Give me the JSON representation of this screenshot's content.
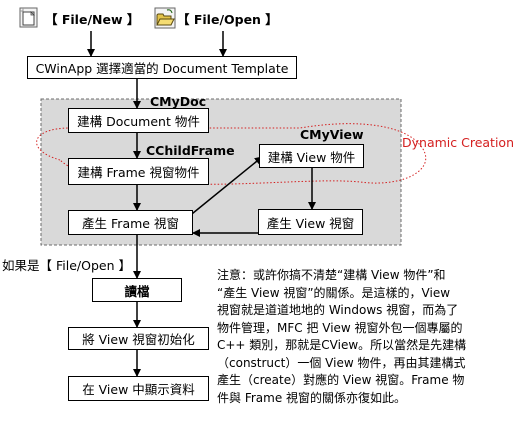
{
  "top_labels": {
    "file_new": "【 File/New 】",
    "file_open": "【 File/Open 】"
  },
  "icons": {
    "new_file": "new-document-icon",
    "open_folder": "open-folder-icon"
  },
  "boxes": {
    "cwinapp": "CWinApp 選擇適當的 Document Template",
    "build_document": "建構 Document 物件",
    "build_frame": "建構 Frame 視窗物件",
    "create_frame_window": "產生 Frame 視窗",
    "build_view": "建構 View 物件",
    "create_view_window": "產生 View 視窗",
    "read_file": "讀檔",
    "init_view": "將 View 視窗初始化",
    "display_data": "在 View 中顯示資料"
  },
  "group_labels": {
    "cmydoc": "CMyDoc",
    "cchildframe": "CChildFrame",
    "cmyview": "CMyView",
    "dynamic_creation": "Dynamic Creation"
  },
  "branch_label": "如果是【 File/Open 】",
  "note": {
    "lines": [
      "注意：或許你搞不清楚“建構 View 物件”和",
      "“產生 View 視窗”的關係。是這樣的，View",
      "視窗就是道道地地的 Windows 視窗，而為了",
      "物件管理，MFC 把 View 視窗外包一個專屬的",
      "C++ 類別，那就是CView。所以當然是先建構",
      "（construct）一個 View 物件，再由其建構式",
      "產生（create）對應的 View 視窗。Frame 物",
      "件與 Frame 視窗的關係亦復如此。"
    ]
  },
  "colors": {
    "gray_panel": "#d9d9d9",
    "dashed_border": "#6b6b6b",
    "dynamic_creation": "#d42020",
    "line": "#000000"
  }
}
